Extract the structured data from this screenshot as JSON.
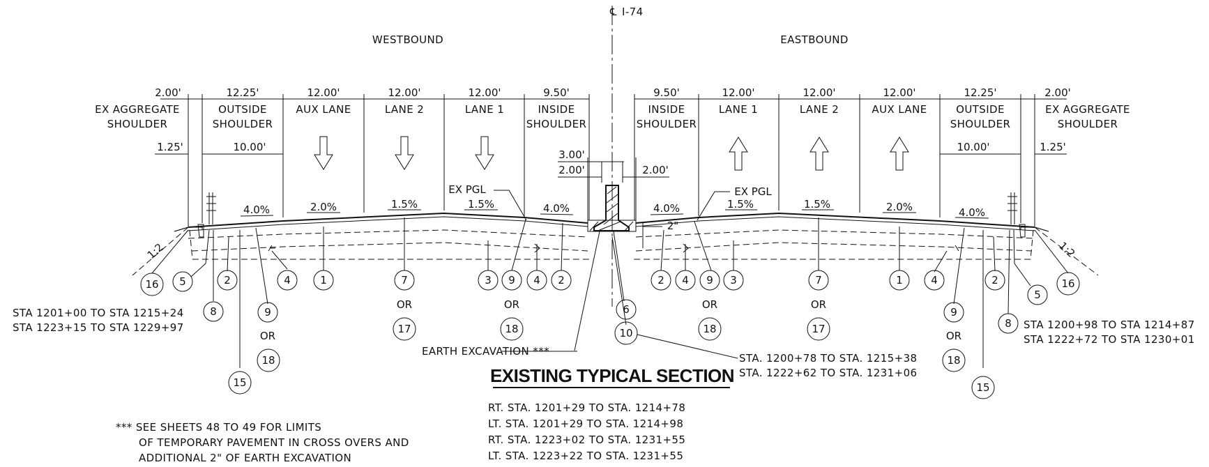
{
  "header": {
    "centerline": "I-74",
    "westbound": "WESTBOUND",
    "eastbound": "EASTBOUND"
  },
  "west": {
    "dims": [
      "2.00'",
      "12.25'",
      "12.00'",
      "12.00'",
      "12.00'",
      "9.50'"
    ],
    "names": [
      [
        "EX AGGREGATE",
        "SHOULDER"
      ],
      [
        "OUTSIDE",
        "SHOULDER"
      ],
      [
        "AUX LANE"
      ],
      [
        "LANE 2"
      ],
      [
        "LANE 1"
      ],
      [
        "INSIDE",
        "SHOULDER"
      ]
    ],
    "subdims": [
      "1.25'",
      "10.00'"
    ],
    "slopes": [
      "4.0%",
      "2.0%",
      "1.5%",
      "1.5%",
      "4.0%"
    ],
    "pgl": "EX PGL",
    "side_slope": "1:2"
  },
  "median": {
    "dims": [
      "3.00'",
      "2.00'",
      "2.00'"
    ],
    "inch": "2\""
  },
  "east": {
    "dims": [
      "9.50'",
      "12.00'",
      "12.00'",
      "12.00'",
      "12.25'",
      "2.00'"
    ],
    "names": [
      [
        "INSIDE",
        "SHOULDER"
      ],
      [
        "LANE 1"
      ],
      [
        "LANE 2"
      ],
      [
        "AUX LANE"
      ],
      [
        "OUTSIDE",
        "SHOULDER"
      ],
      [
        "EX AGGREGATE",
        "SHOULDER"
      ]
    ],
    "subdims": [
      "10.00'",
      "1.25'"
    ],
    "slopes": [
      "4.0%",
      "1.5%",
      "1.5%",
      "2.0%",
      "4.0%"
    ],
    "pgl": "EX PGL",
    "side_slope": "1:2"
  },
  "callouts": {
    "or": "OR",
    "w": [
      "16",
      "5",
      "2",
      "8",
      "4",
      "9",
      "18",
      "15",
      "1",
      "7",
      "17",
      "3",
      "9",
      "18",
      "4",
      "2",
      "6",
      "10"
    ],
    "e": [
      "2",
      "4",
      "9",
      "3",
      "18",
      "7",
      "17",
      "1",
      "4",
      "9",
      "18",
      "2",
      "5",
      "16",
      "8",
      "15"
    ]
  },
  "stations": {
    "west": [
      "STA 1201+00 TO STA 1215+24",
      "STA 1223+15 TO STA 1229+97"
    ],
    "east": [
      "STA 1200+98 TO STA 1214+87",
      "STA 1222+72 TO STA 1230+01"
    ],
    "median": [
      "STA. 1200+78 TO STA. 1215+38",
      "STA. 1222+62 TO STA. 1231+06"
    ],
    "excavation": "EARTH EXCAVATION ***"
  },
  "section": {
    "title": "EXISTING TYPICAL SECTION",
    "ranges": [
      "RT. STA. 1201+29 TO STA. 1214+78",
      "LT. STA. 1201+29 TO STA. 1214+98",
      "RT. STA. 1223+02 TO STA. 1231+55",
      "LT. STA. 1223+22 TO STA. 1231+55"
    ]
  },
  "note": [
    "*** SEE SHEETS 48 TO 49 FOR LIMITS",
    "OF TEMPORARY PAVEMENT IN CROSS OVERS AND",
    "ADDITIONAL 2\" OF EARTH EXCAVATION"
  ]
}
